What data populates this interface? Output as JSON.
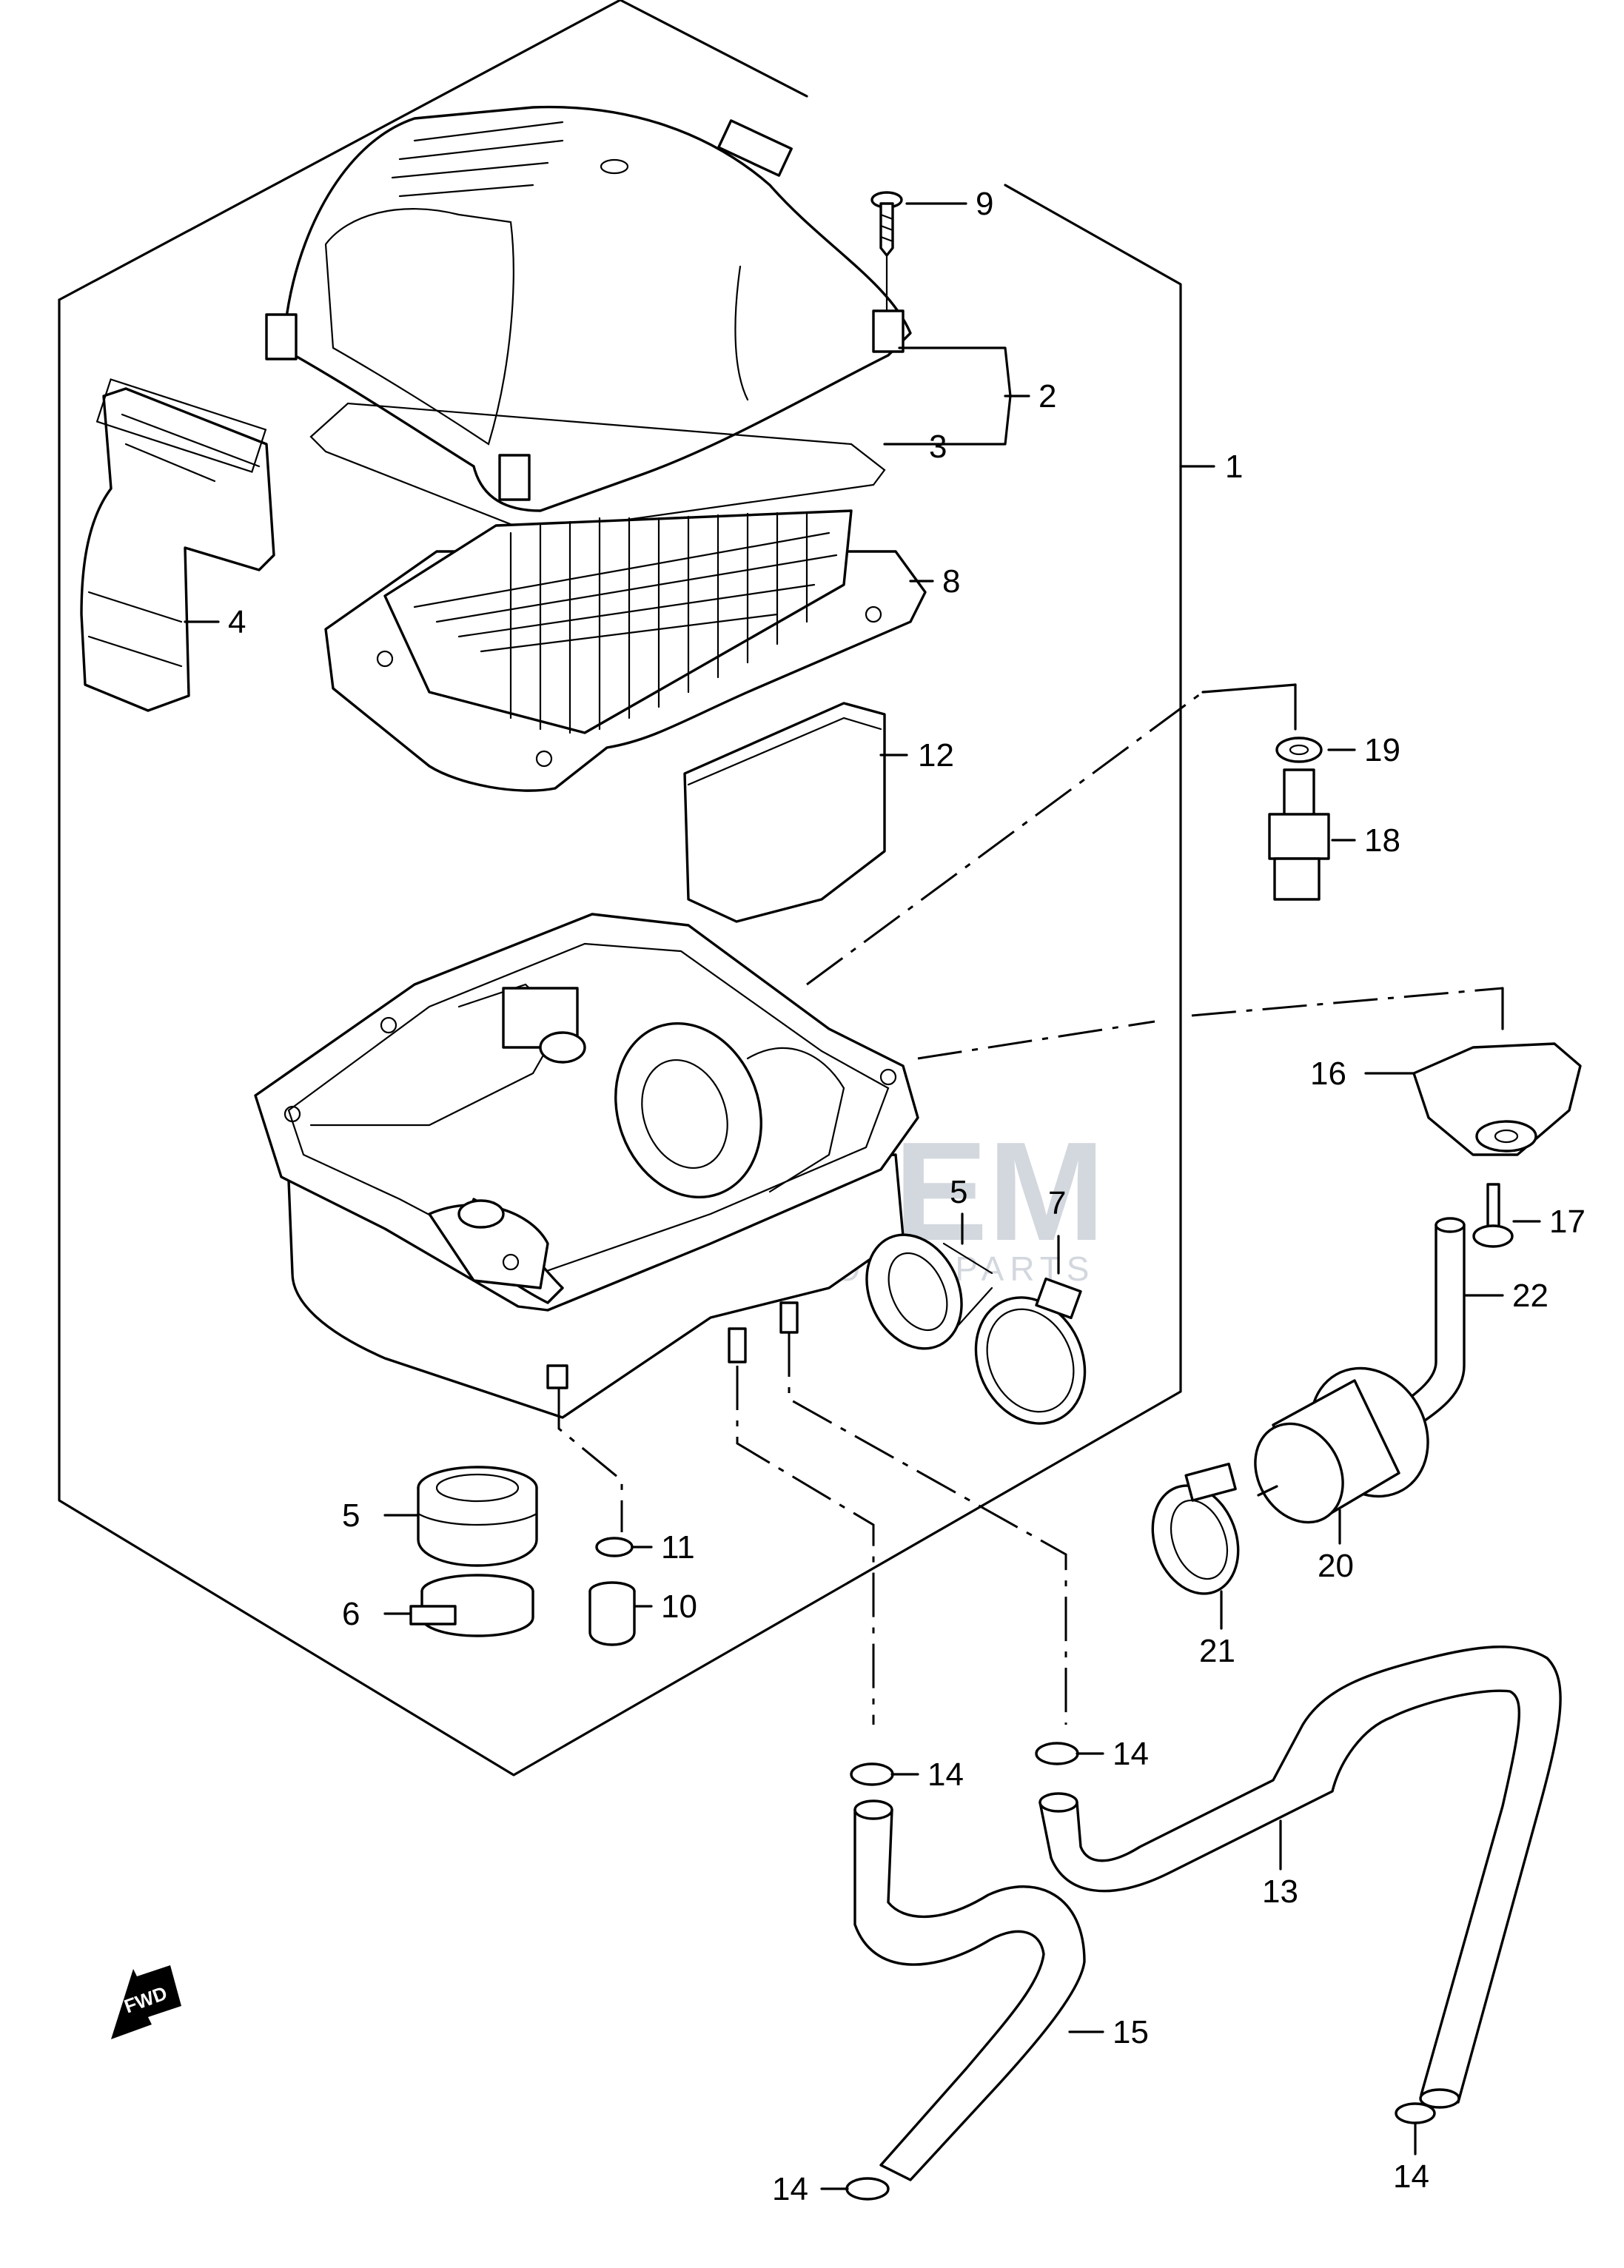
{
  "diagram": {
    "callouts": [
      {
        "id": "c1",
        "text": "1"
      },
      {
        "id": "c2",
        "text": "2"
      },
      {
        "id": "c3",
        "text": "3"
      },
      {
        "id": "c4",
        "text": "4"
      },
      {
        "id": "c5a",
        "text": "5"
      },
      {
        "id": "c5b",
        "text": "5"
      },
      {
        "id": "c6",
        "text": "6"
      },
      {
        "id": "c7",
        "text": "7"
      },
      {
        "id": "c8",
        "text": "8"
      },
      {
        "id": "c9",
        "text": "9"
      },
      {
        "id": "c10",
        "text": "10"
      },
      {
        "id": "c11",
        "text": "11"
      },
      {
        "id": "c12",
        "text": "12"
      },
      {
        "id": "c13",
        "text": "13"
      },
      {
        "id": "c14a",
        "text": "14"
      },
      {
        "id": "c14b",
        "text": "14"
      },
      {
        "id": "c14c",
        "text": "14"
      },
      {
        "id": "c14d",
        "text": "14"
      },
      {
        "id": "c15",
        "text": "15"
      },
      {
        "id": "c16",
        "text": "16"
      },
      {
        "id": "c17",
        "text": "17"
      },
      {
        "id": "c18",
        "text": "18"
      },
      {
        "id": "c19",
        "text": "19"
      },
      {
        "id": "c20",
        "text": "20"
      },
      {
        "id": "c21",
        "text": "21"
      },
      {
        "id": "c22",
        "text": "22"
      }
    ],
    "fwd_label": "FWD",
    "watermark": {
      "text": "OEM",
      "subtext": "MOTORPARTS"
    }
  }
}
